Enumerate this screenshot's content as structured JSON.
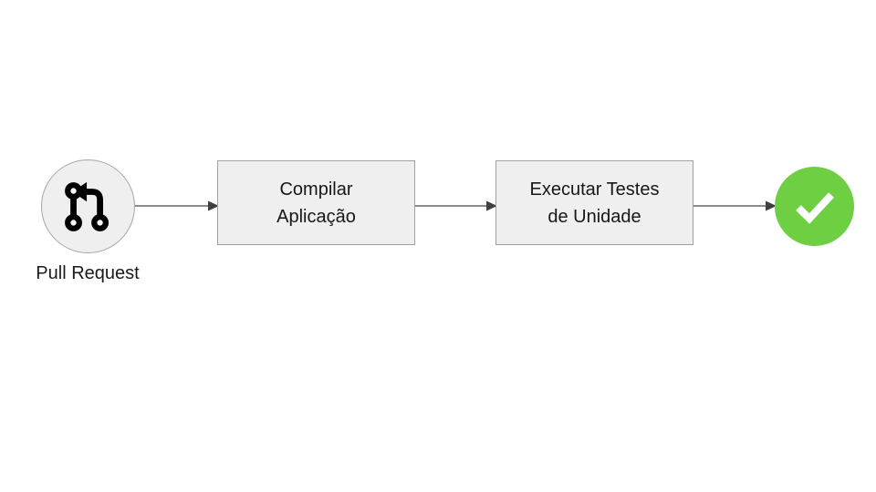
{
  "diagram": {
    "title": "CI pipeline flow",
    "background_color": "#ffffff",
    "nodes": {
      "start": {
        "icon": "git-pull-request-icon",
        "label": "Pull Request",
        "shape": "circle",
        "fill_color": "#efefef",
        "border_color": "#a6a6a6"
      },
      "step_1": {
        "label": "Compilar\nAplicação",
        "line_1": "Compilar",
        "line_2": "Aplicação",
        "shape": "rectangle",
        "fill_color": "#efefef",
        "border_color": "#a0a0a0"
      },
      "step_2": {
        "label": "Executar Testes\nde Unidade",
        "line_1": "Executar Testes",
        "line_2": "de Unidade",
        "shape": "rectangle",
        "fill_color": "#efefef",
        "border_color": "#a0a0a0"
      },
      "end": {
        "icon": "check-mark-icon",
        "label": "",
        "shape": "circle",
        "fill_color": "#6ecf42",
        "check_color": "#ffffff"
      }
    },
    "connectors": [
      {
        "from": "start",
        "to": "step_1",
        "style": "arrow",
        "color": "#8c8c8c",
        "arrowhead_color": "#404040"
      },
      {
        "from": "step_1",
        "to": "step_2",
        "style": "arrow",
        "color": "#8c8c8c",
        "arrowhead_color": "#404040"
      },
      {
        "from": "step_2",
        "to": "end",
        "style": "arrow",
        "color": "#8c8c8c",
        "arrowhead_color": "#404040"
      }
    ]
  }
}
